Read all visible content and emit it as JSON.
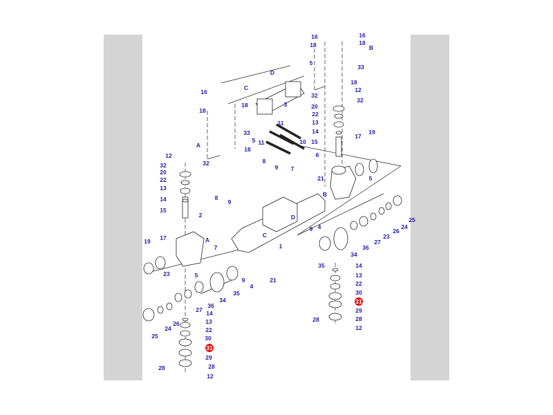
{
  "diagram": {
    "title": "Axle housing parts diagram",
    "highlight_color": "#e01010",
    "label_color": "#1c1ca8",
    "labels": [
      "16",
      "16",
      "18",
      "18",
      "B",
      "33",
      "5",
      "18",
      "D",
      "C",
      "12",
      "32",
      "32",
      "20",
      "22",
      "13",
      "14",
      "15",
      "17",
      "19",
      "6",
      "5",
      "21",
      "B",
      "3",
      "11",
      "11",
      "10",
      "16",
      "18",
      "18",
      "33",
      "5",
      "A",
      "18",
      "12",
      "32",
      "32",
      "20",
      "22",
      "13",
      "14",
      "15",
      "8",
      "9",
      "7",
      "8",
      "9",
      "9",
      "4",
      "D",
      "C",
      "1",
      "2",
      "A",
      "7",
      "19",
      "17",
      "5",
      "9",
      "4",
      "21",
      "23",
      "36",
      "34",
      "35",
      "27",
      "14",
      "13",
      "22",
      "30",
      "31",
      "29",
      "28",
      "28",
      "12",
      "24",
      "26",
      "25",
      "25",
      "24",
      "26",
      "23",
      "27",
      "36",
      "34",
      "35",
      "14",
      "13",
      "22",
      "30",
      "31",
      "29",
      "28",
      "28",
      "12"
    ],
    "highlighted_labels": [
      "31"
    ]
  }
}
